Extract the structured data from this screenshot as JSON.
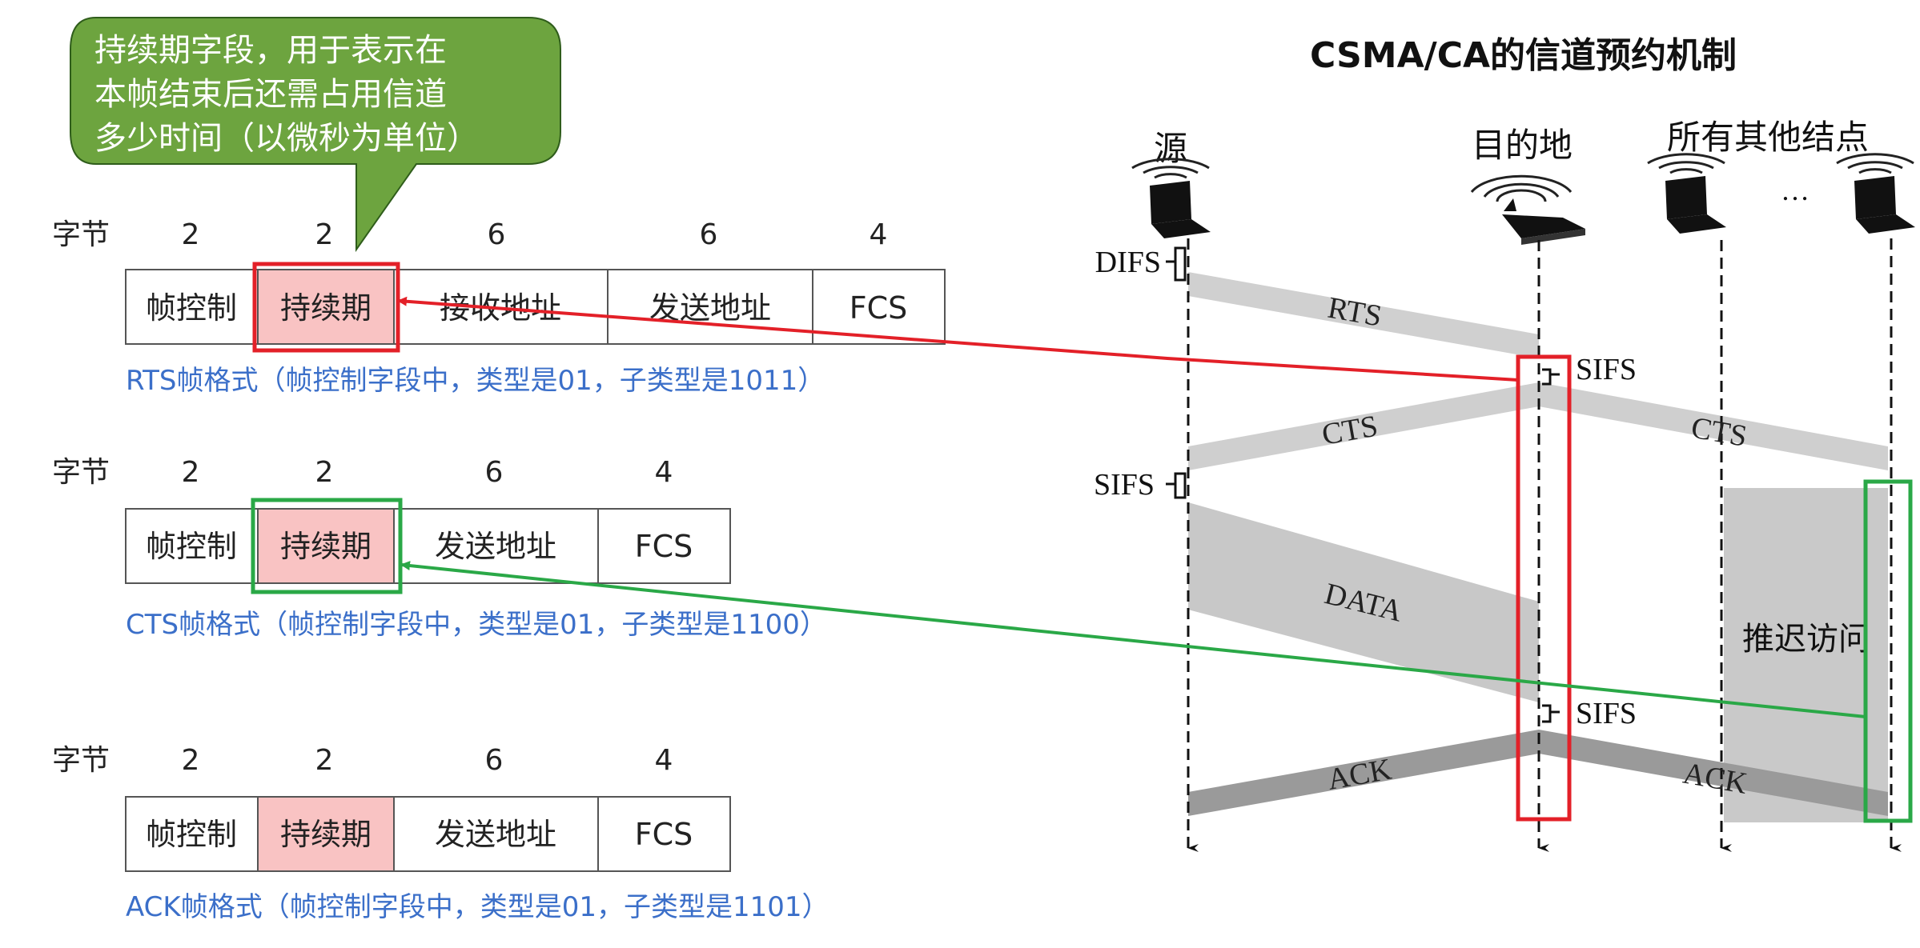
{
  "callout": {
    "lines": [
      "持续期字段，用于表示在",
      "本帧结束后还需占用信道",
      "多少时间（以微秒为单位）"
    ],
    "fill_color": "#6da43f",
    "text_color": "#ffffff"
  },
  "frames": [
    {
      "bytes_label": "字节",
      "byte_sizes": [
        "2",
        "2",
        "6",
        "6",
        "4"
      ],
      "fields": [
        "帧控制",
        "持续期",
        "接收地址",
        "发送地址",
        "FCS"
      ],
      "caption": "RTS帧格式（帧控制字段中，类型是01，子类型是1011）",
      "highlight_color": "#e32028"
    },
    {
      "bytes_label": "字节",
      "byte_sizes": [
        "2",
        "2",
        "6",
        "4"
      ],
      "fields": [
        "帧控制",
        "持续期",
        "发送地址",
        "FCS"
      ],
      "caption": "CTS帧格式（帧控制字段中，类型是01，子类型是1100）",
      "highlight_color": "#2aa847"
    },
    {
      "bytes_label": "字节",
      "byte_sizes": [
        "2",
        "2",
        "6",
        "4"
      ],
      "fields": [
        "帧控制",
        "持续期",
        "发送地址",
        "FCS"
      ],
      "caption": "ACK帧格式（帧控制字段中，类型是01，子类型是1101）",
      "highlight_color": ""
    }
  ],
  "duration_fill": "#f9c3c3",
  "caption_color": "#3b6fc9",
  "timing": {
    "title": "CSMA/CA的信道预约机制",
    "nodes": {
      "source": "源",
      "destination": "目的地",
      "others": "所有其他结点",
      "ellipsis": "…"
    },
    "intervals": {
      "difs": "DIFS",
      "sifs": "SIFS"
    },
    "transmissions": {
      "rts": "RTS",
      "cts": "CTS",
      "data": "DATA",
      "ack": "ACK"
    },
    "defer_label": "推迟访问",
    "node_icons": [
      "laptop-icon",
      "access-point-icon",
      "laptop-icon",
      "laptop-icon"
    ]
  }
}
